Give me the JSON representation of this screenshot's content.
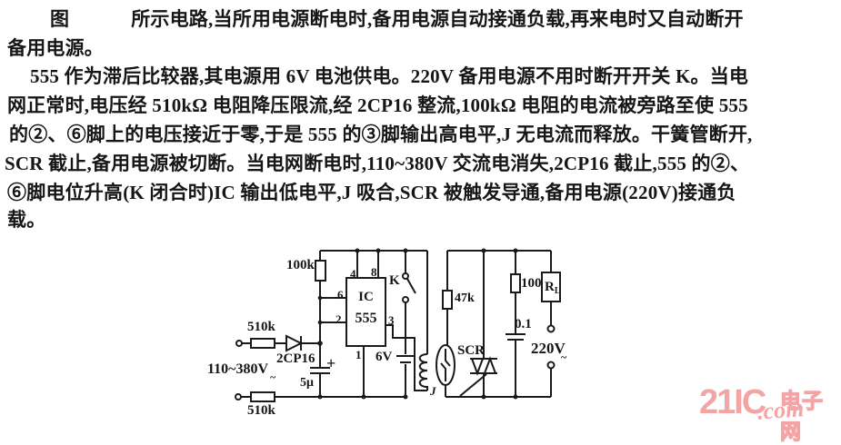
{
  "article": {
    "para1": {
      "fig_label": "图",
      "line1": "所示电路,当所用电源断电时,备用电源自动接通负载,再来电时又自动断开",
      "line2": "备用电源。"
    },
    "para2": {
      "lines": [
        "555 作为滞后比较器,其电源用 6V 电池供电。220V 备用电源不用时断开开关 K。当电",
        "网正常时,电压经 510kΩ 电阻降压限流,经 2CP16 整流,100kΩ 电阻的电流被旁路至使 555",
        "的②、⑥脚上的电压接近于零,于是 555 的③脚输出高电平,J 无电流而释放。干簧管断开,",
        "SCR 截止,备用电源被切断。当电网断电时,110~380V 交流电消失,2CP16 截止,555 的②、",
        "⑥脚电位升高(K 闭合时)IC 输出低电平,J 吸合,SCR 被触发导通,备用电源(220V)接通负",
        "载。"
      ]
    }
  },
  "schematic": {
    "labels": {
      "r100k": "100k",
      "pin4": "4",
      "pin8": "8",
      "pin6": "6",
      "pin2": "2",
      "pin3": "3",
      "pin1": "1",
      "ic_name": "IC",
      "ic_model": "555",
      "k_switch": "K",
      "r510k_top": "510k",
      "diode": "2CP16",
      "vin": "110~380V",
      "vin_tilde": "~",
      "cap_plus": "+",
      "c5u": "5μ",
      "battery": "6V",
      "r510k_bottom": "510k",
      "r47k": "47k",
      "scr": "SCR",
      "relay": "J",
      "r100": "100",
      "c01": "0.1",
      "rl_name": "R",
      "rl_sub": "L",
      "vout": "220V",
      "vout_tilde": "~"
    },
    "ink_color": "#1a1a1a"
  },
  "watermark": {
    "brand": "21IC",
    "tld": ".com",
    "site": "电子网",
    "color": "#f3a5a5"
  }
}
